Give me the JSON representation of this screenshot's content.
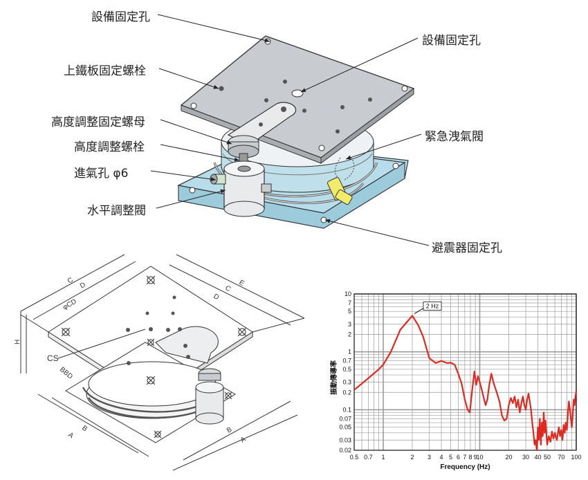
{
  "callouts": {
    "equip_hole_top": "設備固定孔",
    "top_plate_bolt": "上鐵板固定螺栓",
    "height_nut": "高度調整固定螺母",
    "height_bolt": "高度調整螺栓",
    "air_inlet": "進氣孔 φ6",
    "level_valve": "水平調整閥",
    "equip_hole_right": "設備固定孔",
    "emergency_valve": "緊急洩氣閥",
    "isolator_hole": "避震器固定孔"
  },
  "dimensions": {
    "A": "A",
    "B": "B",
    "C": "C",
    "D": "D",
    "E": "E",
    "H": "H",
    "phiCD": "φCD",
    "CS": "CS",
    "BBD": "BBD"
  },
  "colors": {
    "plate_gray": "#c8ccd0",
    "base_blue": "#b6dde9",
    "body_gray": "#e8eaec",
    "curve_red": "#e0281e",
    "grid": "#9a9a9a"
  },
  "chart_data": {
    "type": "line",
    "title": "",
    "xlabel": "Frequency (Hz)",
    "ylabel": "振動傳導率",
    "xscale": "log",
    "yscale": "log",
    "xlim": [
      0.5,
      100
    ],
    "ylim": [
      0.02,
      10
    ],
    "x_ticks": [
      0.5,
      0.7,
      1,
      2,
      3,
      4,
      5,
      6,
      7,
      8,
      9,
      10,
      20,
      30,
      40,
      50,
      70,
      100
    ],
    "x_tick_labels": [
      "0.5",
      "0.7",
      "1",
      "2",
      "3",
      "4",
      "5",
      "6",
      "7",
      "8",
      "9",
      "10",
      "20",
      "30",
      "40",
      "50",
      "70",
      "100"
    ],
    "y_ticks": [
      0.02,
      0.03,
      0.05,
      0.07,
      0.1,
      0.2,
      0.3,
      0.5,
      0.7,
      1,
      2,
      3,
      5,
      7,
      10
    ],
    "y_tick_labels": [
      "0.02",
      "0.03",
      "0.05",
      "0.07",
      "0.1",
      "0.2",
      "0.3",
      "0.5",
      "0.7",
      "1",
      "2",
      "3",
      "5",
      "7",
      "10"
    ],
    "annotation": {
      "text": "2 Hz",
      "x": 2,
      "y": 4.2
    },
    "grid": true,
    "series": [
      {
        "color": "#e0281e",
        "x": [
          0.5,
          0.7,
          0.9,
          1.0,
          1.2,
          1.5,
          2.0,
          2.3,
          2.6,
          3.0,
          3.5,
          4.0,
          4.6,
          5.0,
          5.5,
          6.0,
          6.5,
          7.0,
          7.5,
          7.9,
          8.3,
          8.8,
          9.2,
          9.6,
          10.0,
          10.5,
          11.0,
          11.5,
          12.0,
          12.6,
          13.2,
          14,
          15,
          16,
          17,
          18,
          19,
          20,
          21,
          22,
          23,
          24,
          25,
          26,
          27,
          28,
          29,
          30,
          31,
          32,
          33,
          34,
          35,
          36,
          37,
          38,
          39,
          40,
          41,
          42,
          43,
          44,
          45,
          46,
          47,
          48,
          50,
          52,
          54,
          56,
          58,
          60,
          63,
          66,
          68,
          70,
          72,
          74,
          76,
          78,
          80,
          82,
          84,
          86,
          88,
          90,
          92,
          94,
          96,
          98,
          100
        ],
        "y": [
          0.22,
          0.35,
          0.5,
          0.6,
          1.0,
          2.4,
          4.2,
          2.9,
          1.8,
          0.78,
          0.64,
          0.7,
          0.64,
          0.65,
          0.6,
          0.42,
          0.28,
          0.15,
          0.1,
          0.09,
          0.2,
          0.46,
          0.27,
          0.38,
          0.3,
          0.22,
          0.16,
          0.12,
          0.15,
          0.28,
          0.42,
          0.28,
          0.2,
          0.14,
          0.08,
          0.065,
          0.07,
          0.12,
          0.16,
          0.13,
          0.17,
          0.11,
          0.15,
          0.09,
          0.13,
          0.17,
          0.12,
          0.1,
          0.15,
          0.19,
          0.14,
          0.1,
          0.06,
          0.04,
          0.025,
          0.03,
          0.02,
          0.05,
          0.03,
          0.07,
          0.025,
          0.06,
          0.035,
          0.09,
          0.04,
          0.065,
          0.025,
          0.035,
          0.028,
          0.042,
          0.032,
          0.04,
          0.03,
          0.05,
          0.035,
          0.045,
          0.03,
          0.055,
          0.04,
          0.06,
          0.045,
          0.09,
          0.14,
          0.1,
          0.07,
          0.05,
          0.08,
          0.15,
          0.12,
          0.17,
          0.21
        ]
      }
    ]
  }
}
